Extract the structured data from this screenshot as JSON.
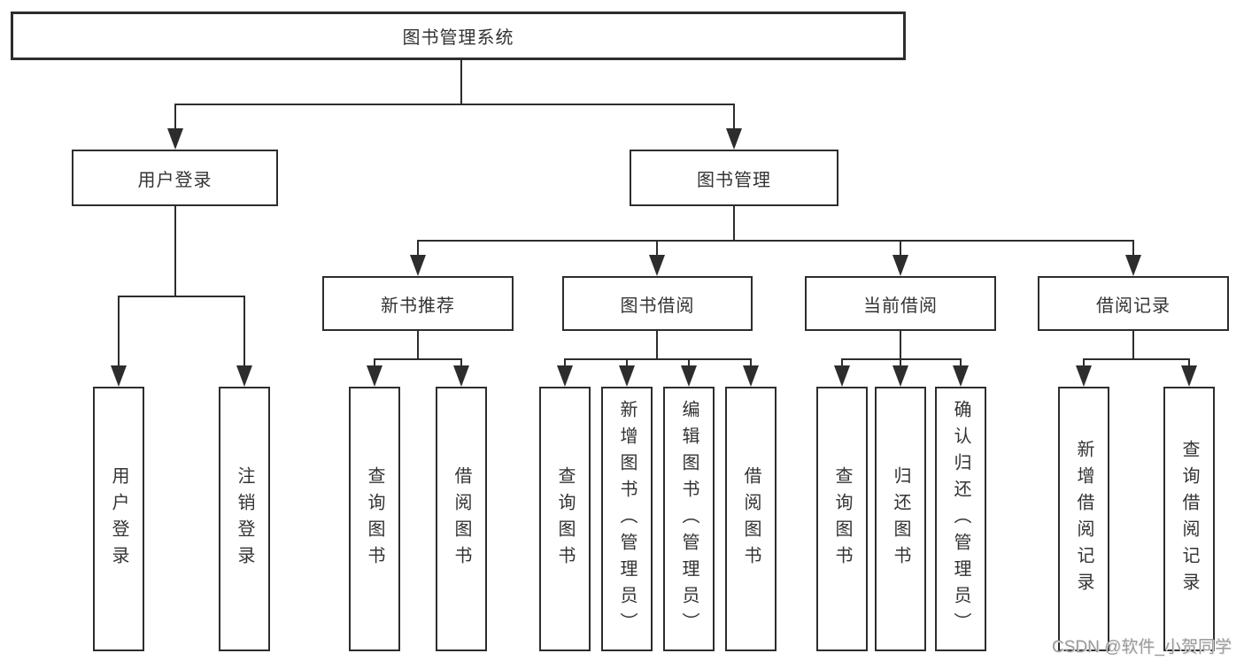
{
  "root": {
    "label": "图书管理系统"
  },
  "branches": [
    {
      "label": "用户登录",
      "children": [
        {
          "label": "用户登录"
        },
        {
          "label": "注销登录"
        }
      ]
    },
    {
      "label": "图书管理",
      "groups": [
        {
          "label": "新书推荐",
          "children": [
            {
              "label": "查询图书"
            },
            {
              "label": "借阅图书"
            }
          ]
        },
        {
          "label": "图书借阅",
          "children": [
            {
              "label": "查询图书"
            },
            {
              "label": "新增图书（管理员）"
            },
            {
              "label": "编辑图书（管理员）"
            },
            {
              "label": "借阅图书"
            }
          ]
        },
        {
          "label": "当前借阅",
          "children": [
            {
              "label": "查询图书"
            },
            {
              "label": "归还图书"
            },
            {
              "label": "确认归还（管理员）"
            }
          ]
        },
        {
          "label": "借阅记录",
          "children": [
            {
              "label": "新增借阅记录"
            },
            {
              "label": "查询借阅记录"
            }
          ]
        }
      ]
    }
  ],
  "watermark": "CSDN @软件_小贺同学",
  "colors": {
    "line": "#2d2d2d",
    "text": "#333333",
    "watermark": "#9b9b9b",
    "background": "#ffffff",
    "node_fill": "#ffffff"
  }
}
